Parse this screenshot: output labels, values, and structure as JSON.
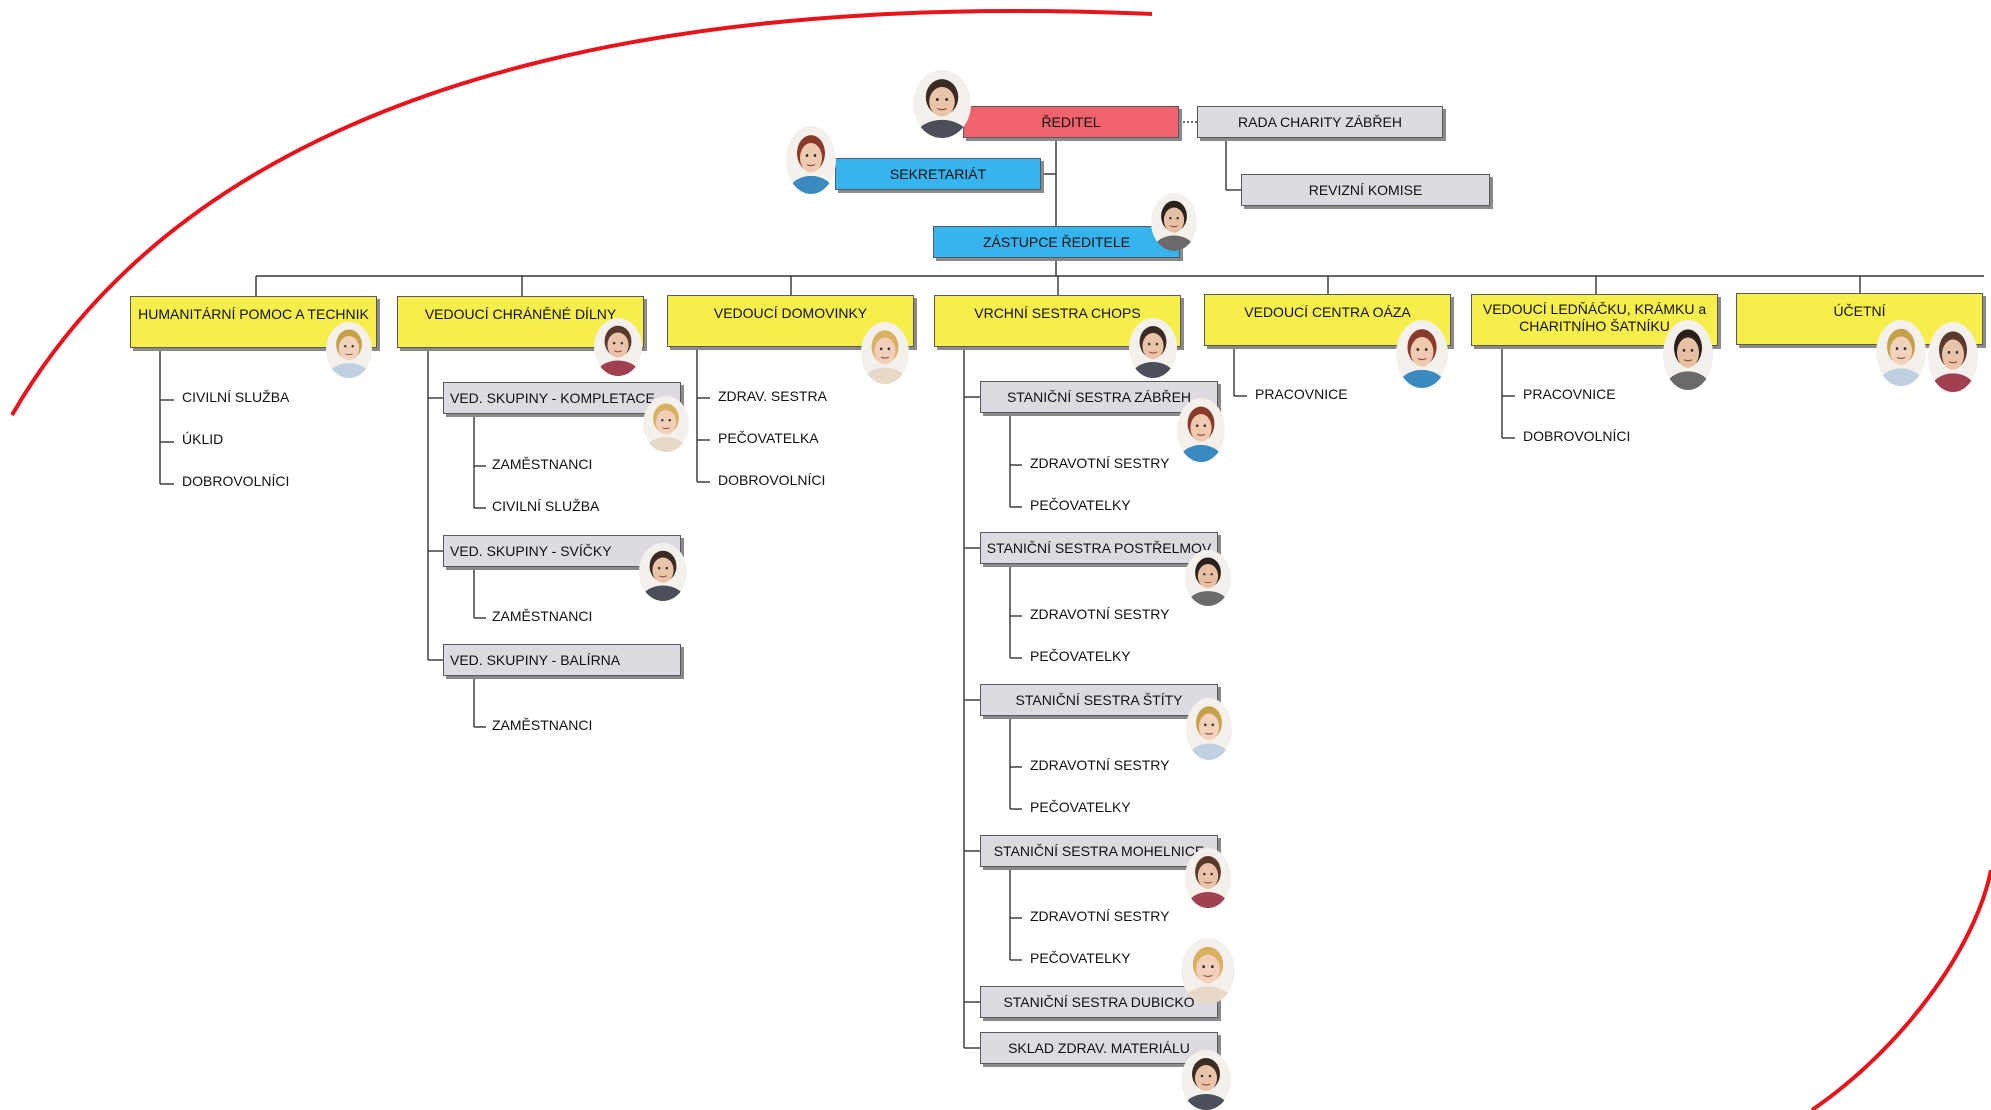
{
  "colors": {
    "director": "#f0626c",
    "office": "#36b4ee",
    "board": "#dddbe1",
    "department": "#f6ee4a",
    "group": "#dddbe1",
    "arc": "#e8141c",
    "connector": "#333333"
  },
  "top": {
    "director": "ŘEDITEL",
    "board": "RADA CHARITY ZÁBŘEH",
    "audit": "REVIZNÍ KOMISE",
    "secretariat": "SEKRETARIÁT",
    "deputy": "ZÁSTUPCE ŘEDITELE"
  },
  "departments": [
    {
      "label": "HUMANITÁRNÍ  POMOC A TECHNIK",
      "items": [
        "CIVILNÍ SLUŽBA",
        "ÚKLID",
        "DOBROVOLNÍCI"
      ]
    },
    {
      "label": "VEDOUCÍ CHRÁNĚNÉ DÍLNY",
      "groups": [
        {
          "label": "VED. SKUPINY - KOMPLETACE",
          "items": [
            "ZAMĚSTNANCI",
            "CIVILNÍ SLUŽBA"
          ]
        },
        {
          "label": "VED. SKUPINY - SVÍČKY",
          "items": [
            "ZAMĚSTNANCI"
          ]
        },
        {
          "label": "VED. SKUPINY - BALÍRNA",
          "items": [
            "ZAMĚSTNANCI"
          ]
        }
      ]
    },
    {
      "label": "VEDOUCÍ DOMOVINKY",
      "items": [
        "ZDRAV. SESTRA",
        "PEČOVATELKA",
        "DOBROVOLNÍCI"
      ]
    },
    {
      "label": "VRCHNÍ SESTRA CHOPS",
      "groups": [
        {
          "label": "STANIČNÍ SESTRA ZÁBŘEH",
          "items": [
            "ZDRAVOTNÍ SESTRY",
            "PEČOVATELKY"
          ]
        },
        {
          "label": "STANIČNÍ SESTRA POSTŘELMOV",
          "items": [
            "ZDRAVOTNÍ SESTRY",
            "PEČOVATELKY"
          ]
        },
        {
          "label": "STANIČNÍ SESTRA ŠTÍTY",
          "items": [
            "ZDRAVOTNÍ SESTRY",
            "PEČOVATELKY"
          ]
        },
        {
          "label": "STANIČNÍ SESTRA MOHELNICE",
          "items": [
            "ZDRAVOTNÍ SESTRY",
            "PEČOVATELKY"
          ]
        },
        {
          "label": "STANIČNÍ SESTRA DUBICKO",
          "items": []
        },
        {
          "label": "SKLAD ZDRAV.  MATERIÁLU",
          "items": []
        }
      ]
    },
    {
      "label": "VEDOUCÍ CENTRA OÁZA",
      "items": [
        "PRACOVNICE"
      ]
    },
    {
      "label": "VEDOUCÍ LEDŇÁČKU, KRÁMKU a CHARITNÍHO ŠATNÍKU",
      "items": [
        "PRACOVNICE",
        "DOBROVOLNÍCI"
      ]
    },
    {
      "label": "ÚČETNÍ",
      "items": []
    }
  ]
}
